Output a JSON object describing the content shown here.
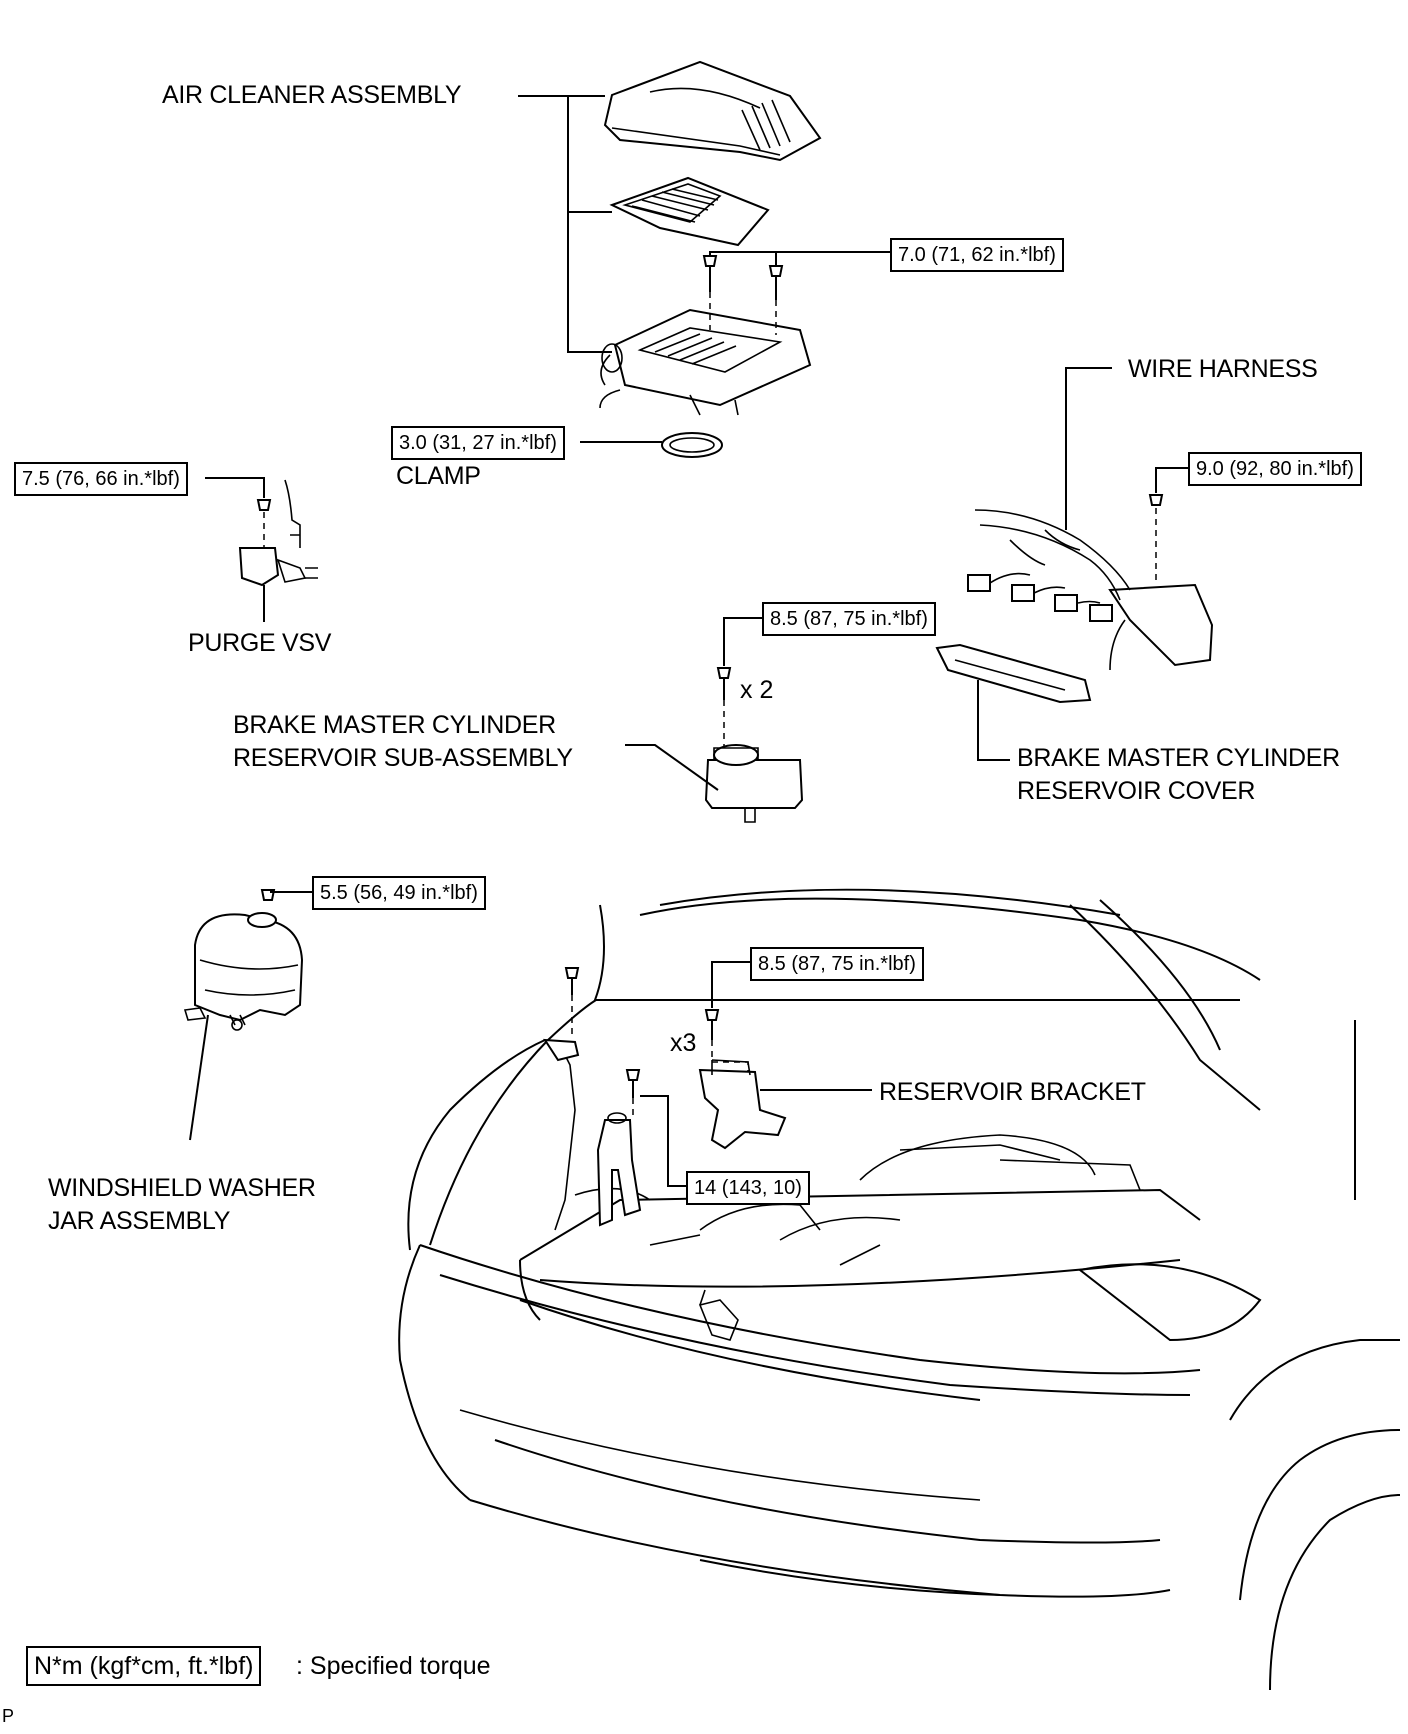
{
  "labels": {
    "air_cleaner": "AIR CLEANER ASSEMBLY",
    "clamp": "CLAMP",
    "purge_vsv": "PURGE VSV",
    "wire_harness": "WIRE HARNESS",
    "brake_reservoir_line1": "BRAKE MASTER CYLINDER",
    "brake_reservoir_line2": "RESERVOIR SUB-ASSEMBLY",
    "reservoir_cover_line1": "BRAKE MASTER CYLINDER",
    "reservoir_cover_line2": "RESERVOIR COVER",
    "washer_jar_line1": "WINDSHIELD WASHER",
    "washer_jar_line2": "JAR ASSEMBLY",
    "reservoir_bracket": "RESERVOIR BRACKET"
  },
  "torques": {
    "air_cleaner_bolts": "7.0 (71, 62 in.*lbf)",
    "clamp": "3.0 (31, 27 in.*lbf)",
    "purge_vsv": "7.5 (76, 66 in.*lbf)",
    "wire_harness": "9.0 (92, 80 in.*lbf)",
    "brake_reservoir": "8.5 (87, 75 in.*lbf)",
    "washer_jar": "5.5 (56, 49 in.*lbf)",
    "reservoir_bracket": "8.5 (87, 75 in.*lbf)",
    "bracket_bolt": "14 (143, 10)"
  },
  "counts": {
    "brake_reservoir": "x 2",
    "reservoir_bracket": "x3"
  },
  "legend": {
    "unit": "N*m (kgf*cm, ft.*lbf)",
    "description": ": Specified torque"
  },
  "footer_code": "P"
}
